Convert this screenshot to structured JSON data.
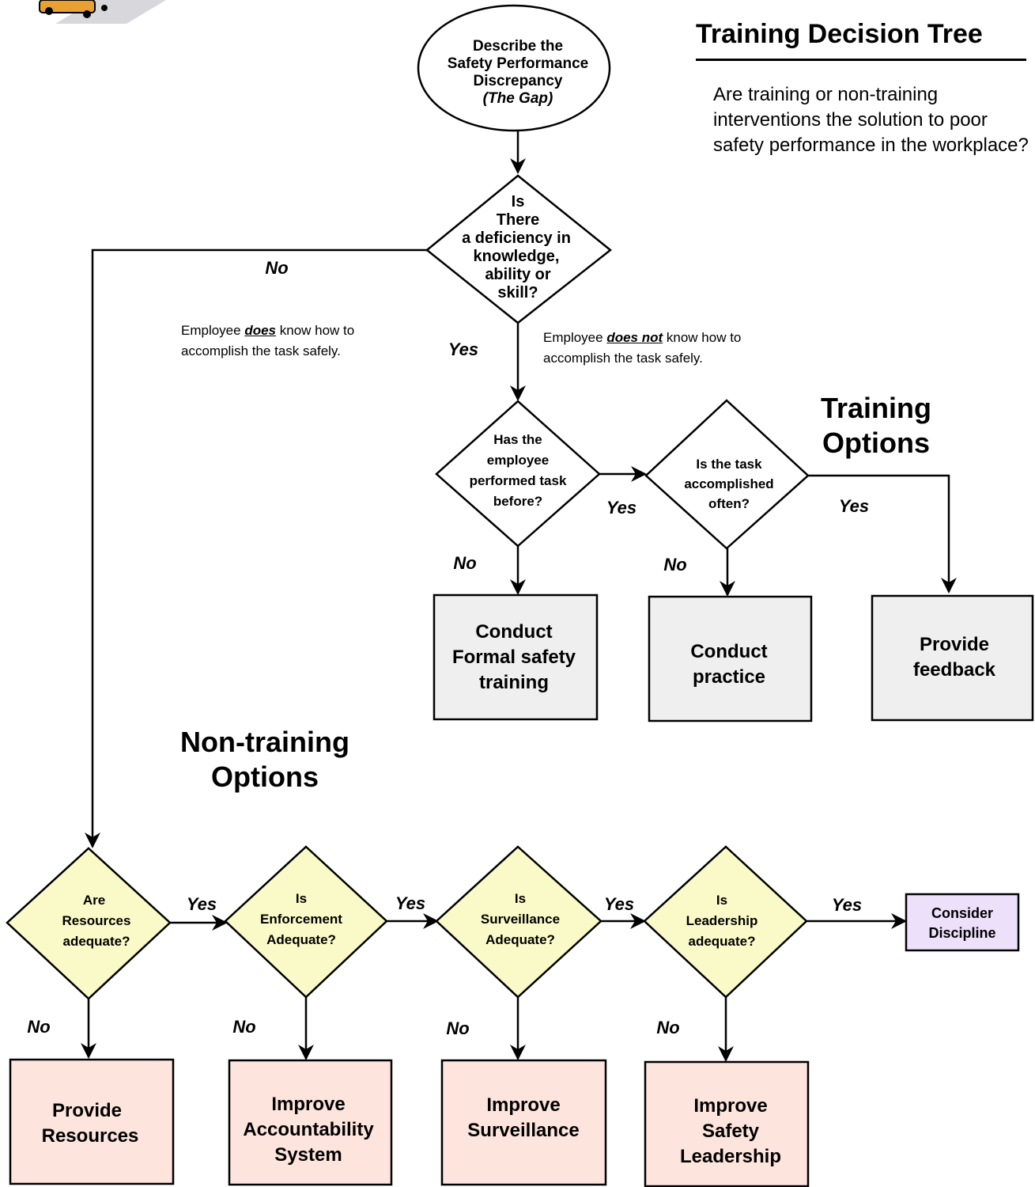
{
  "title": "Training Decision Tree",
  "subtitle": "Are training or non-training interventions the solution to poor safety performance in the workplace?",
  "colors": {
    "training_box": "#efefef",
    "decision_fill": "#fafac8",
    "remedy_box": "#fde4dc",
    "discipline_box": "#ece0fa",
    "line": "#000000",
    "clipart_floor": "#d8d8dc",
    "clipart_body": "#e8a030"
  },
  "start": {
    "line1": "Describe the",
    "line2": "Safety Performance",
    "line3": "Discrepancy",
    "line4": "(The Gap)"
  },
  "decision_main": {
    "line1": "Is",
    "line2": "There",
    "line3": "a deficiency in",
    "line4": "knowledge,",
    "line5": "ability or",
    "line6": "skill?"
  },
  "decision_performed": {
    "line1": "Has the",
    "line2": "employee",
    "line3": "performed task",
    "line4": "before?"
  },
  "decision_often": {
    "line1": "Is the task",
    "line2": "accomplished",
    "line3": "often?"
  },
  "training_section_label": {
    "line1": "Training",
    "line2": "Options"
  },
  "nontraining_section_label": {
    "line1": "Non-training",
    "line2": "Options"
  },
  "training_boxes": {
    "formal": {
      "line1": "Conduct",
      "line2": "Formal safety",
      "line3": "training"
    },
    "practice": {
      "line1": "Conduct",
      "line2": "practice"
    },
    "feedback": {
      "line1": "Provide",
      "line2": "feedback"
    }
  },
  "notes": {
    "does_pre": "Employee ",
    "does_em": "does",
    "does_post": " know how to accomplish the task safely.",
    "doesnot_pre": "Employee ",
    "doesnot_em": "does not",
    "doesnot_post": " know how to accomplish the task safely."
  },
  "labels": {
    "yes": "Yes",
    "no": "No"
  },
  "decisions_bottom": {
    "resources": {
      "line1": "Are",
      "line2": "Resources",
      "line3": "adequate?"
    },
    "enforcement": {
      "line1": "Is",
      "line2": "Enforcement",
      "line3": "Adequate?"
    },
    "surveillance": {
      "line1": "Is",
      "line2": "Surveillance",
      "line3": "Adequate?"
    },
    "leadership": {
      "line1": "Is",
      "line2": "Leadership",
      "line3": "adequate?"
    }
  },
  "discipline": {
    "line1": "Consider",
    "line2": "Discipline"
  },
  "remedies": {
    "resources": {
      "line1": "Provide",
      "line2": "Resources"
    },
    "accountability": {
      "line1": "Improve",
      "line2": "Accountability",
      "line3": "System"
    },
    "surveillance": {
      "line1": "Improve",
      "line2": "Surveillance"
    },
    "leadership": {
      "line1": "Improve",
      "line2": "Safety",
      "line3": "Leadership"
    }
  }
}
